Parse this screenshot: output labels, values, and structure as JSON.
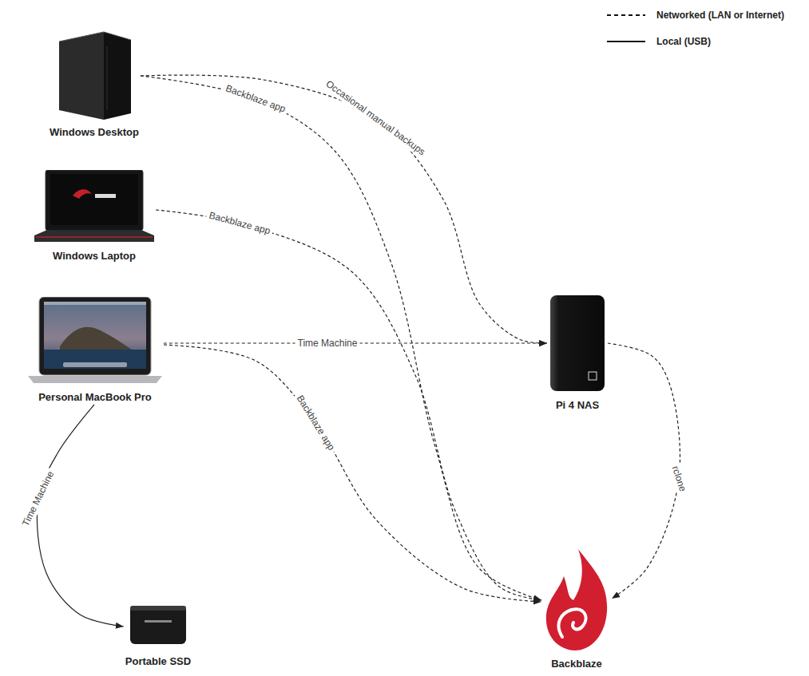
{
  "diagram": {
    "nodes": [
      {
        "text": [
          "Windows Desktop"
        ]
      },
      {
        "text": [
          "Windows Laptop"
        ]
      },
      {
        "text": [
          "Personal MacBook Pro"
        ]
      },
      {
        "text": [
          "Pi 4 NAS"
        ]
      },
      {
        "text": [
          "Portable SSD"
        ]
      },
      {
        "text": [
          "Backblaze"
        ]
      }
    ],
    "edges": [
      {
        "from": 0,
        "to": 5,
        "label": "Backblaze app",
        "arrow": "to"
      },
      {
        "from": 0,
        "to": 3,
        "label": "Occasional manual backups",
        "arrow": "to"
      },
      {
        "from": 1,
        "to": 5,
        "label": "Backblaze app",
        "arrow": "to"
      },
      {
        "from": 2,
        "to": 3,
        "label": "Time Machine",
        "arrow": "to"
      },
      {
        "from": 2,
        "to": 5,
        "label": "Backblaze app",
        "arrow": "to"
      },
      {
        "from": 2,
        "to": 4,
        "label": "Time Machine",
        "arrow": "to"
      },
      {
        "from": 3,
        "to": 5,
        "label": "rclone",
        "arrow": "to"
      }
    ],
    "legend": [
      {
        "text": "Networked (LAN or Internet)"
      },
      {
        "text": "Local (USB)"
      }
    ]
  }
}
